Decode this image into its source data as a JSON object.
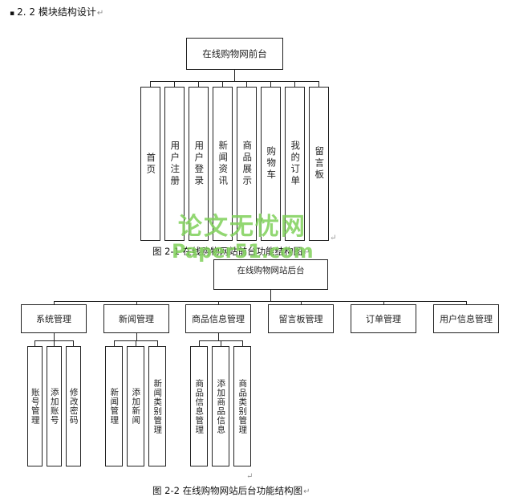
{
  "heading": {
    "bullet": "▪",
    "text": "2. 2 模块结构设计"
  },
  "paragraph_mark": "↵",
  "figure1": {
    "root": "在线购物网前台",
    "children": [
      "首页",
      "用户注册",
      "用户登录",
      "新闻资讯",
      "商品展示",
      "购物车",
      "我的订单",
      "留言板"
    ],
    "caption": "图 2-1  在线购物网站前台功能结构图"
  },
  "figure2": {
    "root": "在线购物网站后台",
    "modules": [
      {
        "label": "系统管理",
        "children": [
          "账号管理",
          "添加账号",
          "修改密码"
        ]
      },
      {
        "label": "新闻管理",
        "children": [
          "新闻管理",
          "添加新闻",
          "新闻类别管理"
        ]
      },
      {
        "label": "商品信息管理",
        "children": [
          "商品信息管理",
          "添加商品信息",
          "商品类别管理"
        ]
      },
      {
        "label": "留言板管理",
        "children": []
      },
      {
        "label": "订单管理",
        "children": []
      },
      {
        "label": "用户信息管理",
        "children": []
      }
    ],
    "caption": "图 2-2  在线购物网站后台功能结构图"
  },
  "watermark": {
    "line1": "论文无忧网",
    "line2": "Paper51.com"
  }
}
